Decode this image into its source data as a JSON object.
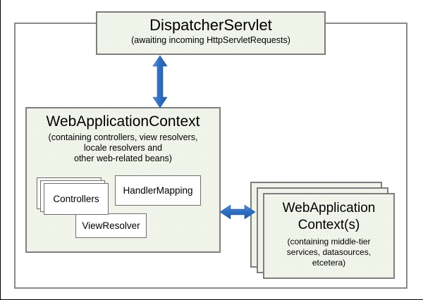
{
  "diagram": {
    "type": "architecture-block-diagram",
    "colors": {
      "box_fill": "#e3e9d6",
      "box_border": "#7d7d7d",
      "inner_box_fill": "#ffffff",
      "arrow": "#2f6fc4",
      "frame_border": "#8a8a8a",
      "text": "#000000"
    },
    "dispatcher_servlet": {
      "title": "DispatcherServlet",
      "subtitle": "(awaiting incoming HttpServletRequests)"
    },
    "web_application_context": {
      "title": "WebApplicationContext",
      "subtitle_lines": [
        "(containing controllers, view resolvers,",
        "locale resolvers and",
        "other web-related beans)"
      ],
      "components": [
        {
          "label": "Controllers",
          "stacked": true
        },
        {
          "label": "HandlerMapping",
          "stacked": false
        },
        {
          "label": "ViewResolver",
          "stacked": false
        }
      ]
    },
    "backend_contexts": {
      "title_line1": "WebApplication",
      "title_line2": "Context(s)",
      "subtitle_lines": [
        "(containing middle-tier",
        "services, datasources,",
        "etcetera)"
      ],
      "stack_count": 3
    },
    "connectors": [
      {
        "name": "dispatcher-to-webappcontext",
        "orientation": "vertical",
        "double_headed": true,
        "from": "DispatcherServlet",
        "to": "WebApplicationContext"
      },
      {
        "name": "webappcontext-to-backend",
        "orientation": "horizontal",
        "double_headed": true,
        "from": "WebApplicationContext",
        "to": "WebApplication Context(s)"
      }
    ]
  }
}
